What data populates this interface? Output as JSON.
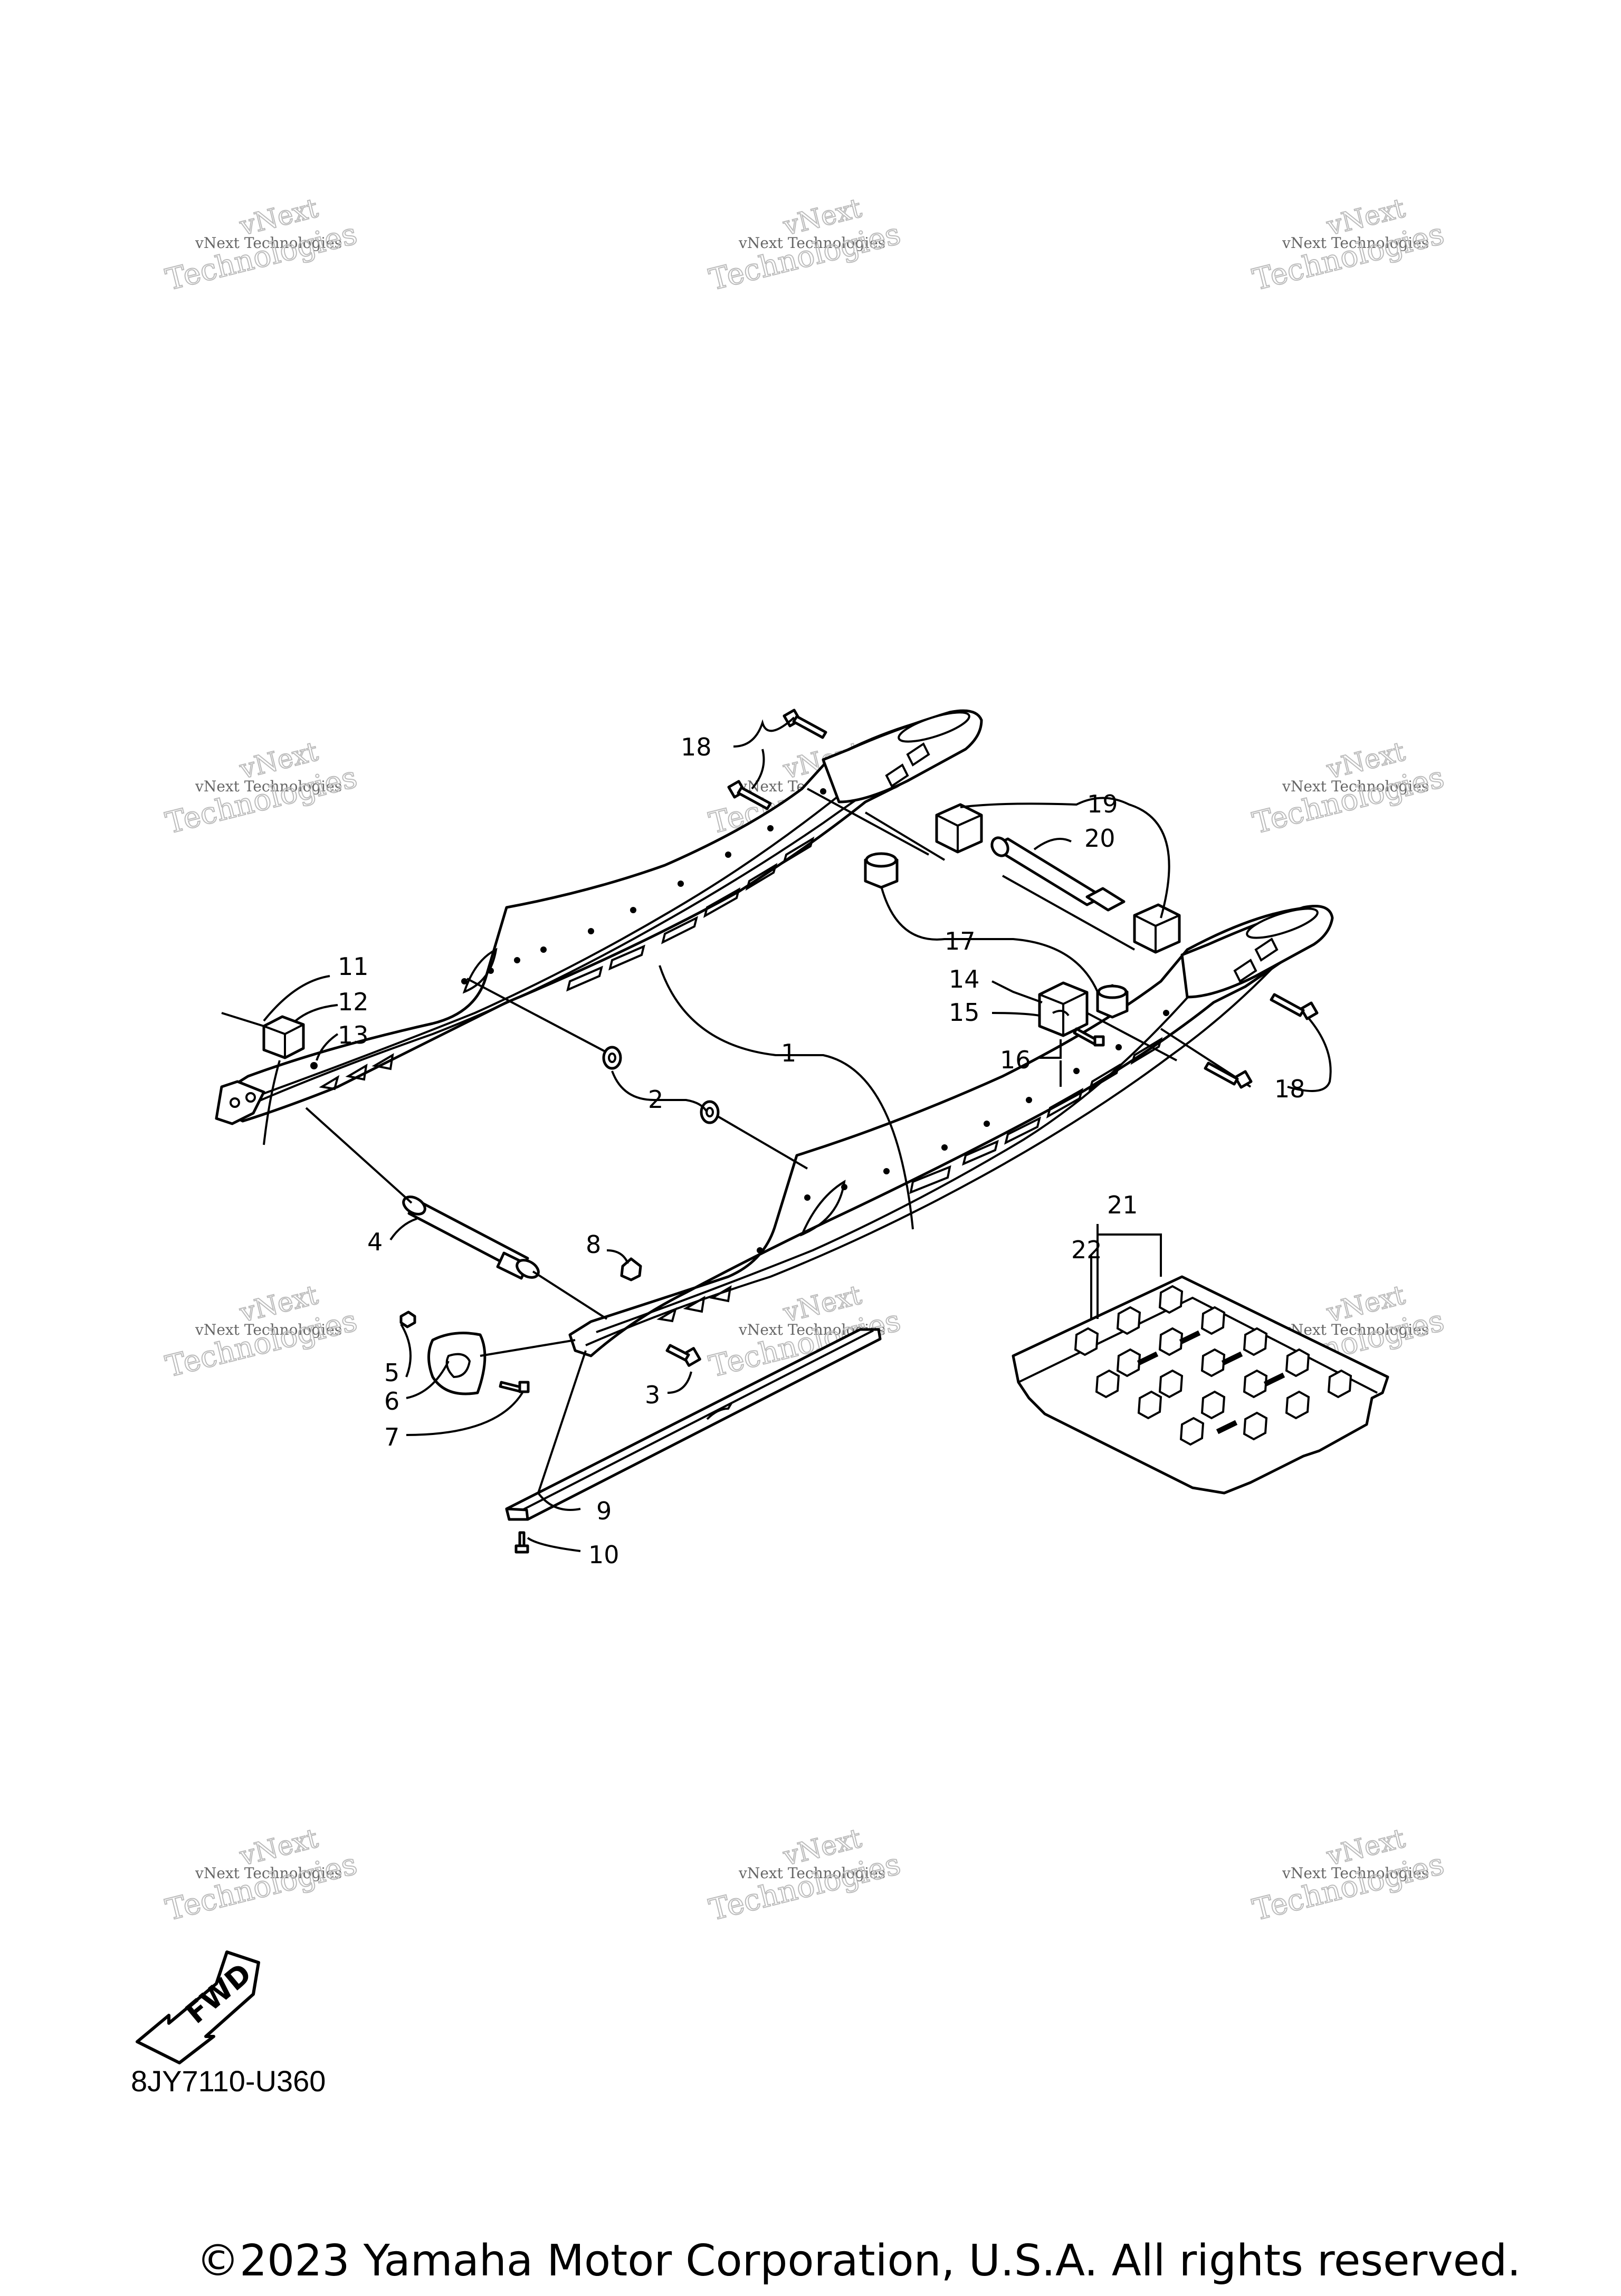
{
  "watermark": {
    "text_line1": "vNext Technologies",
    "text_line2": "vNext",
    "text_line3": "Technologies"
  },
  "callouts": [
    "1",
    "2",
    "3",
    "4",
    "5",
    "6",
    "7",
    "8",
    "9",
    "10",
    "11",
    "12",
    "13",
    "14",
    "15",
    "16",
    "17",
    "18",
    "18",
    "19",
    "20",
    "21",
    "22"
  ],
  "fwd_label": "FWD",
  "catalog_code": "8JY7110-U360",
  "copyright": "©2023 Yamaha Motor Corporation, U.S.A. All rights reserved."
}
